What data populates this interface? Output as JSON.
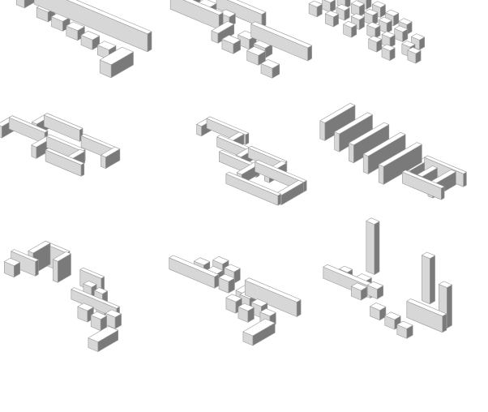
{
  "figure": {
    "background": "#ffffff",
    "top_face_color": "#ffffff",
    "left_face_color": "#d7d7d7",
    "right_face_color": "#7a7a7a",
    "edge_color": "#9a9a9a"
  },
  "panels": [
    {
      "name": "panel-linear-perimeter"
    },
    {
      "name": "panel-double-rows"
    },
    {
      "name": "panel-scattered-blocks"
    },
    {
      "name": "panel-four-courtyards"
    },
    {
      "name": "panel-open-courts"
    },
    {
      "name": "panel-parallel-slabs"
    },
    {
      "name": "panel-l-shaped-block"
    },
    {
      "name": "panel-mixed-blocks"
    },
    {
      "name": "panel-two-towers"
    }
  ]
}
